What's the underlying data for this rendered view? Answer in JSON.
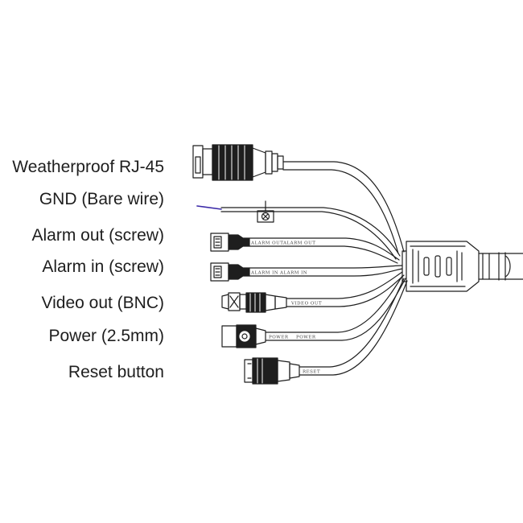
{
  "labels": {
    "rj45": "Weatherproof RJ-45",
    "gnd": "GND (Bare wire)",
    "alarm_out": "Alarm out (screw)",
    "alarm_in": "Alarm in (screw)",
    "video_out": "Video out (BNC)",
    "power": "Power (2.5mm)",
    "reset": "Reset button"
  },
  "wire_labels": {
    "alarm_out": [
      "ALARM OUT",
      "ALARM OUT"
    ],
    "alarm_in": [
      "ALARM IN",
      "ALARM IN"
    ],
    "video_out": "VIDEO OUT",
    "power": [
      "POWER",
      "POWER"
    ],
    "reset": "RESET"
  },
  "colors": {
    "ink": "#1e1e1e",
    "gnd_wire": "#3b2aa8"
  }
}
